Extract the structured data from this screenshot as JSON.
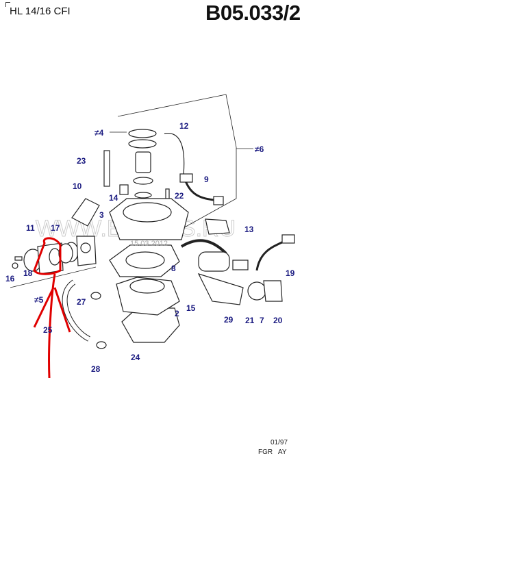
{
  "header": {
    "model": "HL 14/16 CFI",
    "code": "B05.033/2"
  },
  "footer": {
    "date_code": "01/97",
    "region_code": "FGR   AY"
  },
  "watermark": {
    "site": "WWW.ELCATS.RU",
    "date": "15.03.2012"
  },
  "callouts": {
    "c4": "≠4",
    "c12": "12",
    "c6": "≠6",
    "c23": "23",
    "c10": "10",
    "c9": "9",
    "c14": "14",
    "c22": "22",
    "c3": "3",
    "c13": "13",
    "c11": "11",
    "c17": "17",
    "c8": "8",
    "c16": "16",
    "c18": "18",
    "c19": "19",
    "c5": "≠5",
    "c27": "27",
    "c2": "2",
    "c15": "15",
    "c29": "29",
    "c21": "21",
    "c7": "7",
    "c20": "20",
    "c25": "25",
    "c24": "24",
    "c28": "28"
  },
  "colors": {
    "callout": "#1a1a80",
    "annotation": "#e00000"
  }
}
